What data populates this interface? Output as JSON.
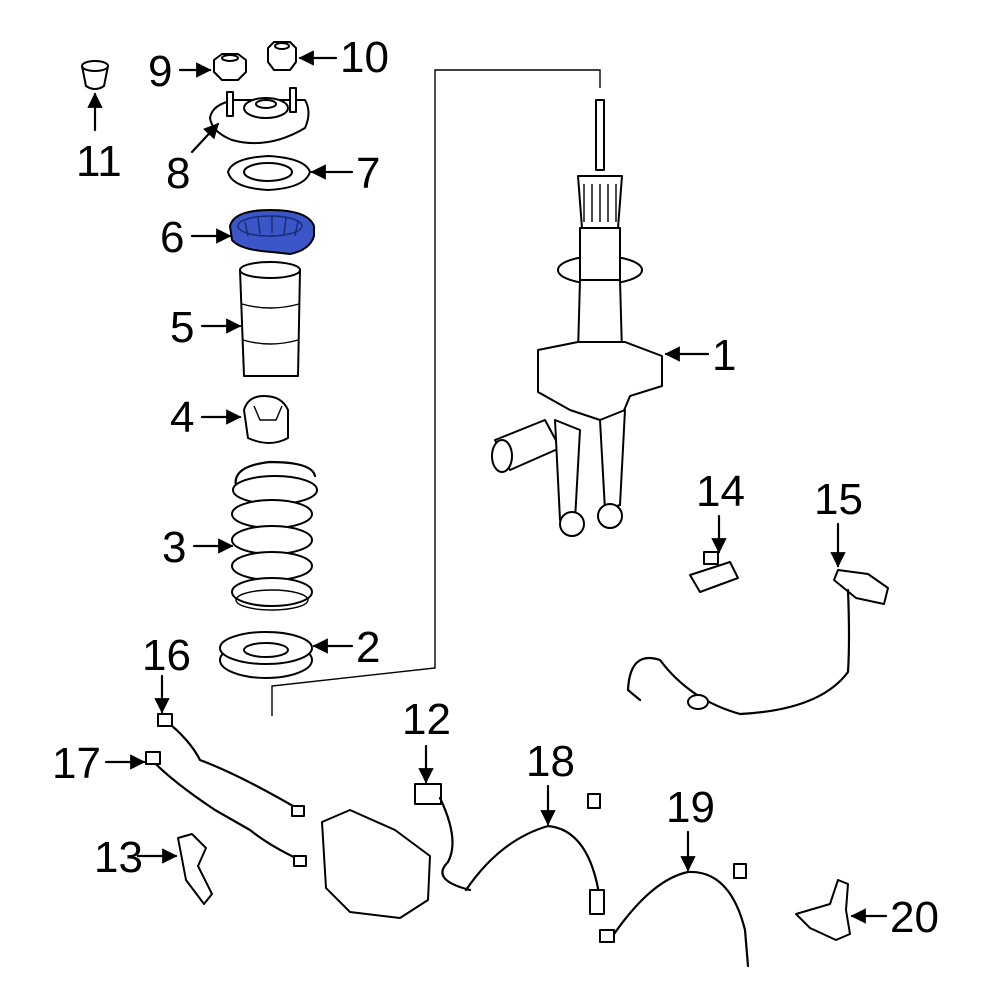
{
  "diagram": {
    "callouts": [
      {
        "id": "1",
        "label": "1"
      },
      {
        "id": "2",
        "label": "2"
      },
      {
        "id": "3",
        "label": "3"
      },
      {
        "id": "4",
        "label": "4"
      },
      {
        "id": "5",
        "label": "5"
      },
      {
        "id": "6",
        "label": "6",
        "highlighted": true
      },
      {
        "id": "7",
        "label": "7"
      },
      {
        "id": "8",
        "label": "8"
      },
      {
        "id": "9",
        "label": "9"
      },
      {
        "id": "10",
        "label": "10"
      },
      {
        "id": "11",
        "label": "11"
      },
      {
        "id": "12",
        "label": "12"
      },
      {
        "id": "13",
        "label": "13"
      },
      {
        "id": "14",
        "label": "14"
      },
      {
        "id": "15",
        "label": "15"
      },
      {
        "id": "16",
        "label": "16"
      },
      {
        "id": "17",
        "label": "17"
      },
      {
        "id": "18",
        "label": "18"
      },
      {
        "id": "19",
        "label": "19"
      },
      {
        "id": "20",
        "label": "20"
      }
    ],
    "colors": {
      "highlight": "#3a56c8",
      "line": "#000000",
      "background": "#ffffff"
    }
  }
}
